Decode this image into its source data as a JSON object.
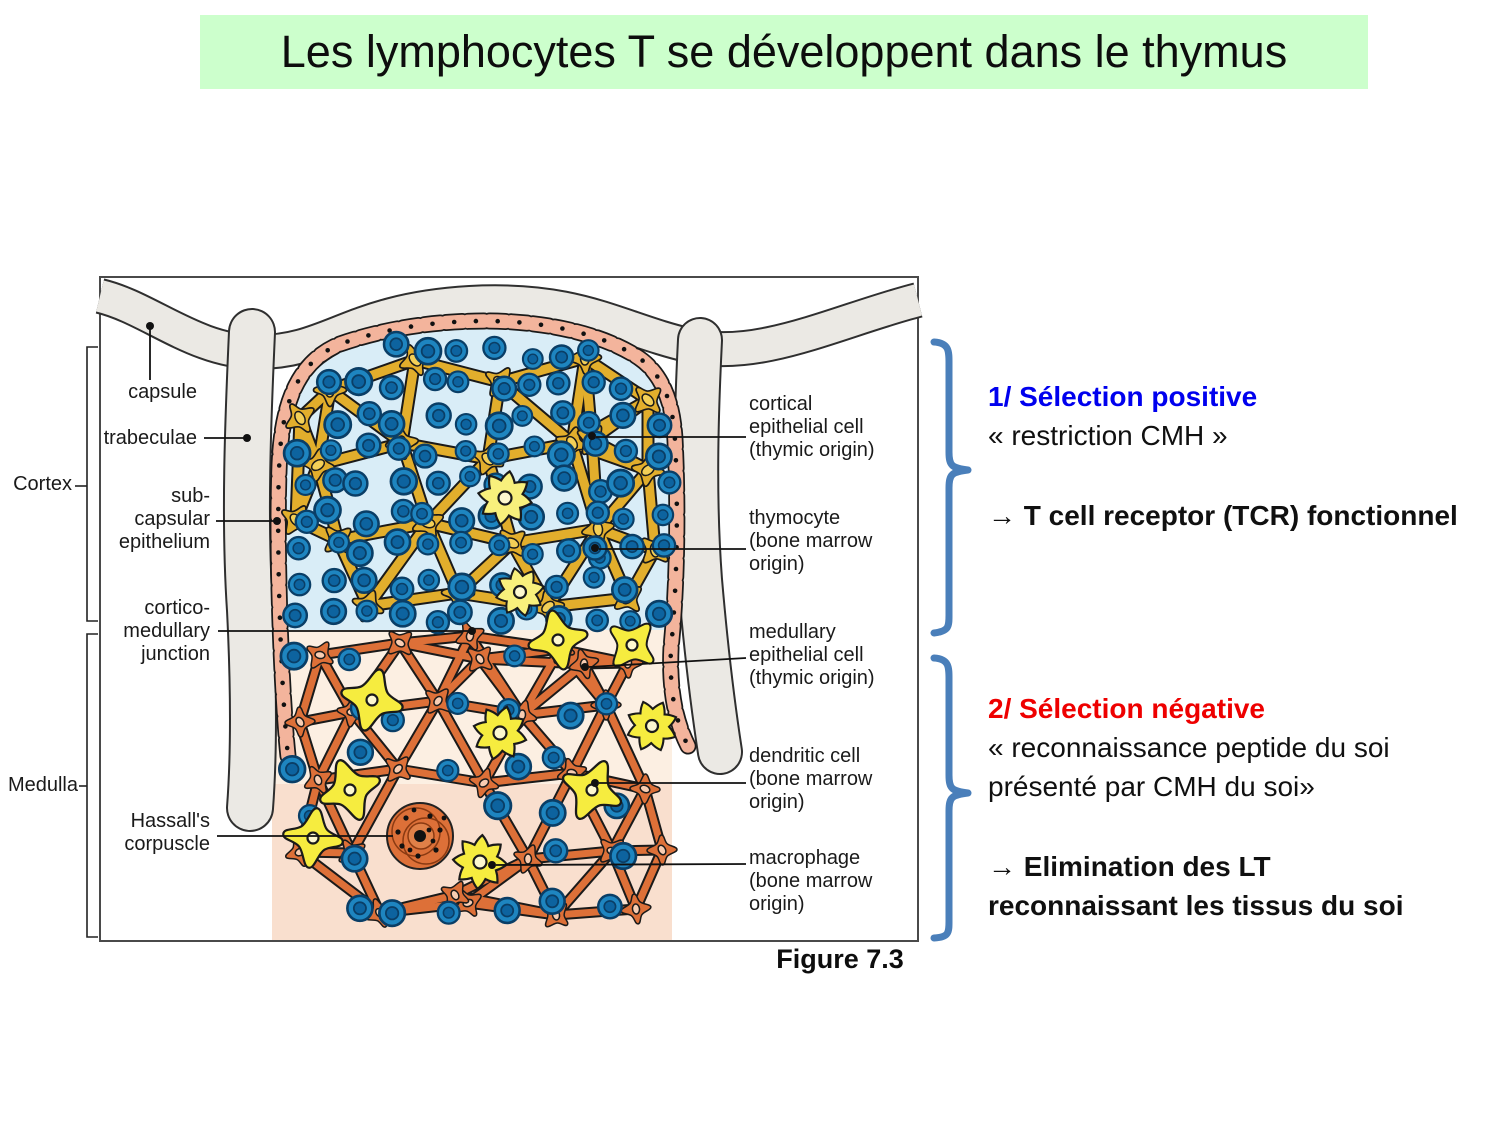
{
  "title": "Les lymphocytes T se développent dans le thymus",
  "figure": {
    "caption": "Figure 7.3",
    "region_labels": {
      "cortex": "Cortex",
      "medulla": "Medulla"
    },
    "structure_labels": {
      "capsule": "capsule",
      "trabeculae": "trabeculae",
      "subcapsular": "sub-\ncapsular\nepithelium",
      "cortico_medullary": "cortico-\nmedullary\njunction",
      "hassalls": "Hassall's\ncorpuscle"
    },
    "cell_labels": {
      "cortical": "cortical\nepithelial cell\n(thymic origin)",
      "thymocyte": "thymocyte\n(bone marrow\norigin)",
      "medullary": "medullary\nepithelial cell\n(thymic origin)",
      "dendritic": "dendritic cell\n(bone marrow\norigin)",
      "macrophage": "macrophage\n(bone marrow\norigin)"
    }
  },
  "annotations": {
    "positive": {
      "heading": "1/ Sélection positive",
      "subtitle": "« restriction CMH »",
      "result": "→  T cell receptor (TCR) fonctionnel",
      "color": "#0000ee"
    },
    "negative": {
      "heading": "2/ Sélection négative",
      "subtitle": "« reconnaissance peptide du soi présenté par CMH du soi»",
      "result": "→ Elimination des LT reconnaissant les tissus du soi",
      "color": "#ee0000"
    }
  },
  "colors": {
    "title_bg": "#ccffcc",
    "brace": "#4a7fba",
    "thymocyte_blue": "#1e85c0",
    "cortical_gold": "#e2ae2c",
    "medullary_orange": "#dd7038",
    "cell_yellow": "#f6ec3f",
    "epithelium_pink": "#f3b49c"
  }
}
